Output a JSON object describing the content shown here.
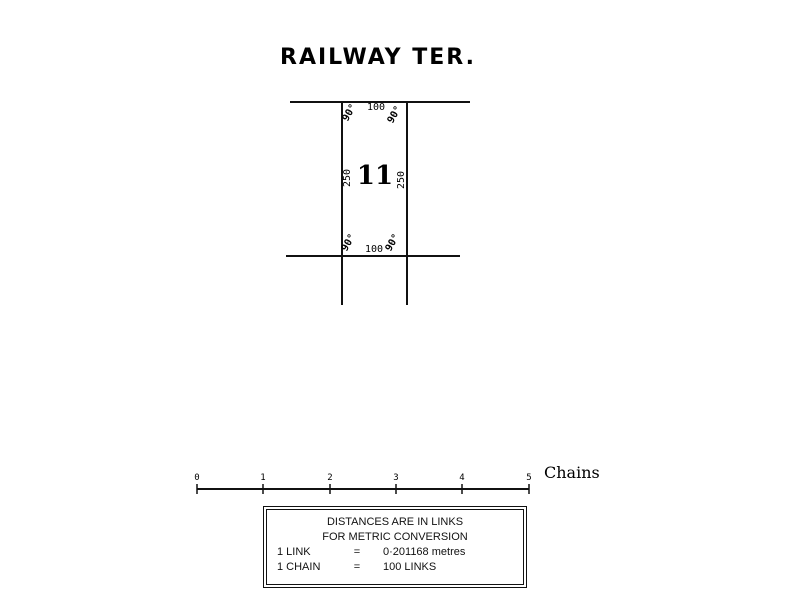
{
  "street": {
    "name": "RAILWAY TER."
  },
  "lot": {
    "number": "11",
    "top_frontage": "100",
    "bottom_frontage": "100",
    "left_side": "250",
    "right_side": "250",
    "angles": [
      "90°",
      "90°",
      "90°",
      "90°"
    ]
  },
  "scale_bar": {
    "ticks": [
      "0",
      "1",
      "2",
      "3",
      "4",
      "5"
    ],
    "units": "Chains"
  },
  "legend": {
    "line1": "DISTANCES ARE IN LINKS",
    "line2": "FOR METRIC CONVERSION",
    "rows": [
      {
        "left": "1 LINK",
        "eq": "=",
        "right": "0·201168 metres"
      },
      {
        "left": "1 CHAIN",
        "eq": "=",
        "right": "100 LINKS"
      }
    ]
  }
}
